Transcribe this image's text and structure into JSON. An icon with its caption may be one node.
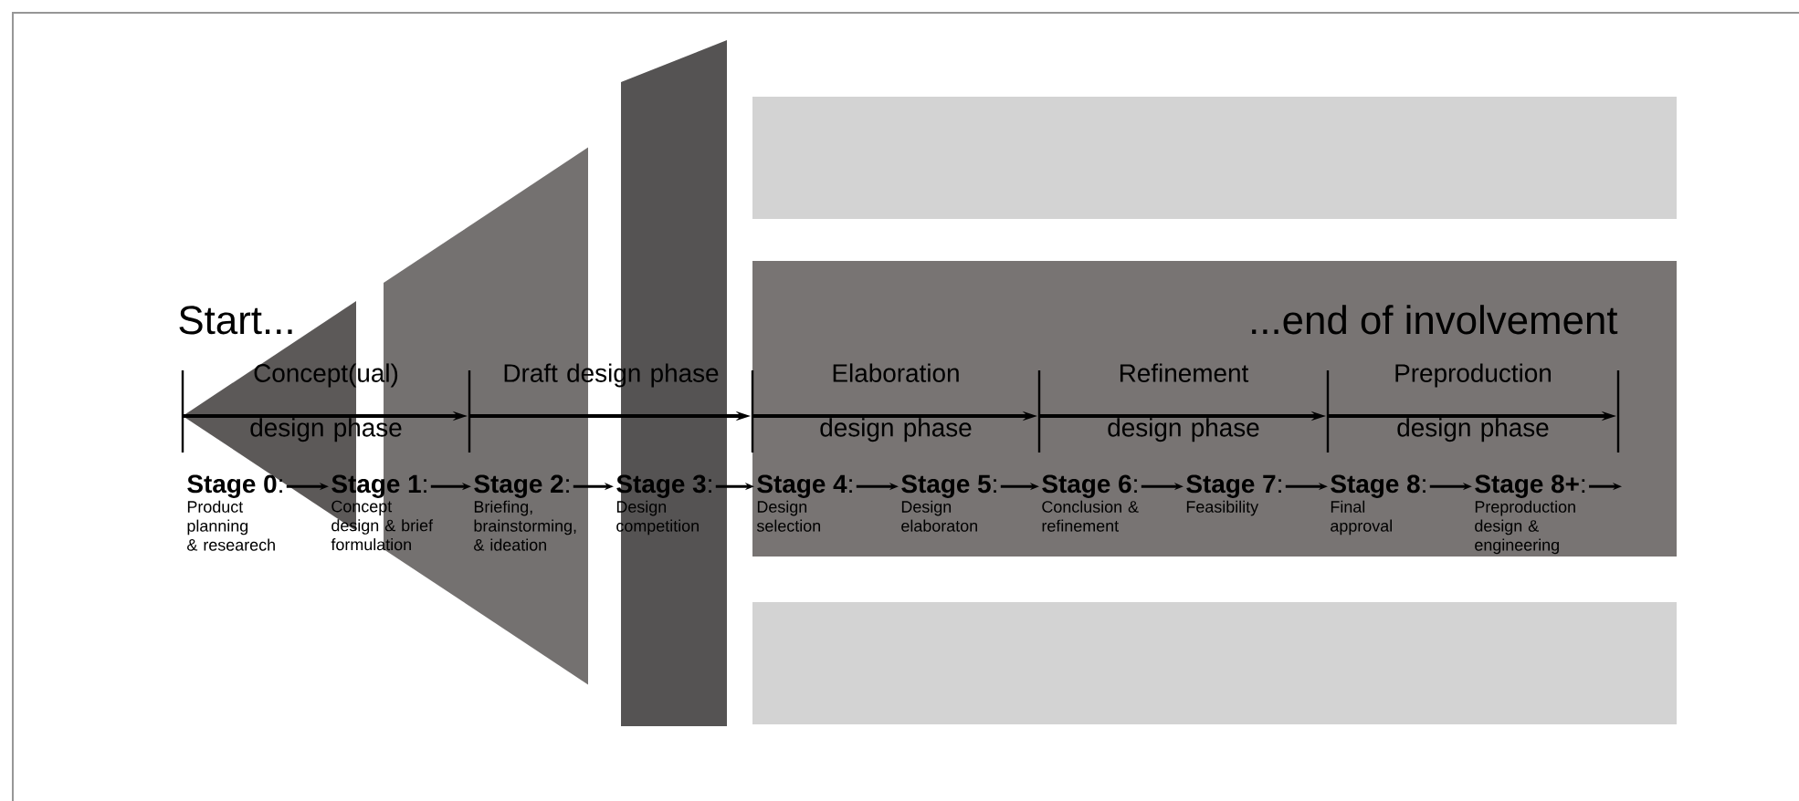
{
  "diagram": {
    "nodes": [
      {
        "text": [
          "**Stage 0**:",
          "Product planning & researech"
        ]
      },
      {
        "text": [
          "**Stage 1**:",
          "Concept design & brief formulation"
        ]
      },
      {
        "text": [
          "**Stage 2**:",
          "Briefing, brainstorming, & ideation"
        ]
      },
      {
        "text": [
          "**Stage 3**:",
          "Design competition"
        ]
      },
      {
        "text": [
          "**Stage 4**:",
          "Design selection"
        ]
      },
      {
        "text": [
          "**Stage 5**:",
          "Design elaboraton"
        ]
      },
      {
        "text": [
          "**Stage 6**:",
          "Conclusion & refinement"
        ]
      },
      {
        "text": [
          "**Stage 7**:",
          "Feasibility"
        ]
      },
      {
        "text": [
          "**Stage 8**:",
          "Final approval"
        ]
      },
      {
        "text": [
          "**Stage 8+**:",
          "Preproduction design & engineering"
        ]
      }
    ],
    "edges": [
      {
        "from": 0,
        "to": 1,
        "arrow": "to"
      },
      {
        "from": 1,
        "to": 2,
        "arrow": "to"
      },
      {
        "from": 2,
        "to": 3,
        "arrow": "to"
      },
      {
        "from": 3,
        "to": 4,
        "arrow": "to"
      },
      {
        "from": 4,
        "to": 5,
        "arrow": "to"
      },
      {
        "from": 5,
        "to": 6,
        "arrow": "to"
      },
      {
        "from": 6,
        "to": 7,
        "arrow": "to"
      },
      {
        "from": 7,
        "to": 8,
        "arrow": "to"
      },
      {
        "from": 8,
        "to": 9,
        "arrow": "to"
      },
      {
        "from": 9,
        "to": null,
        "arrow": "to"
      }
    ],
    "labels": [
      "Start...",
      "...end of involvement",
      "Concept(ual) design phase",
      "Draft design phase",
      "Elaboration design phase",
      "Refinement design phase",
      "Preproduction design phase"
    ]
  }
}
